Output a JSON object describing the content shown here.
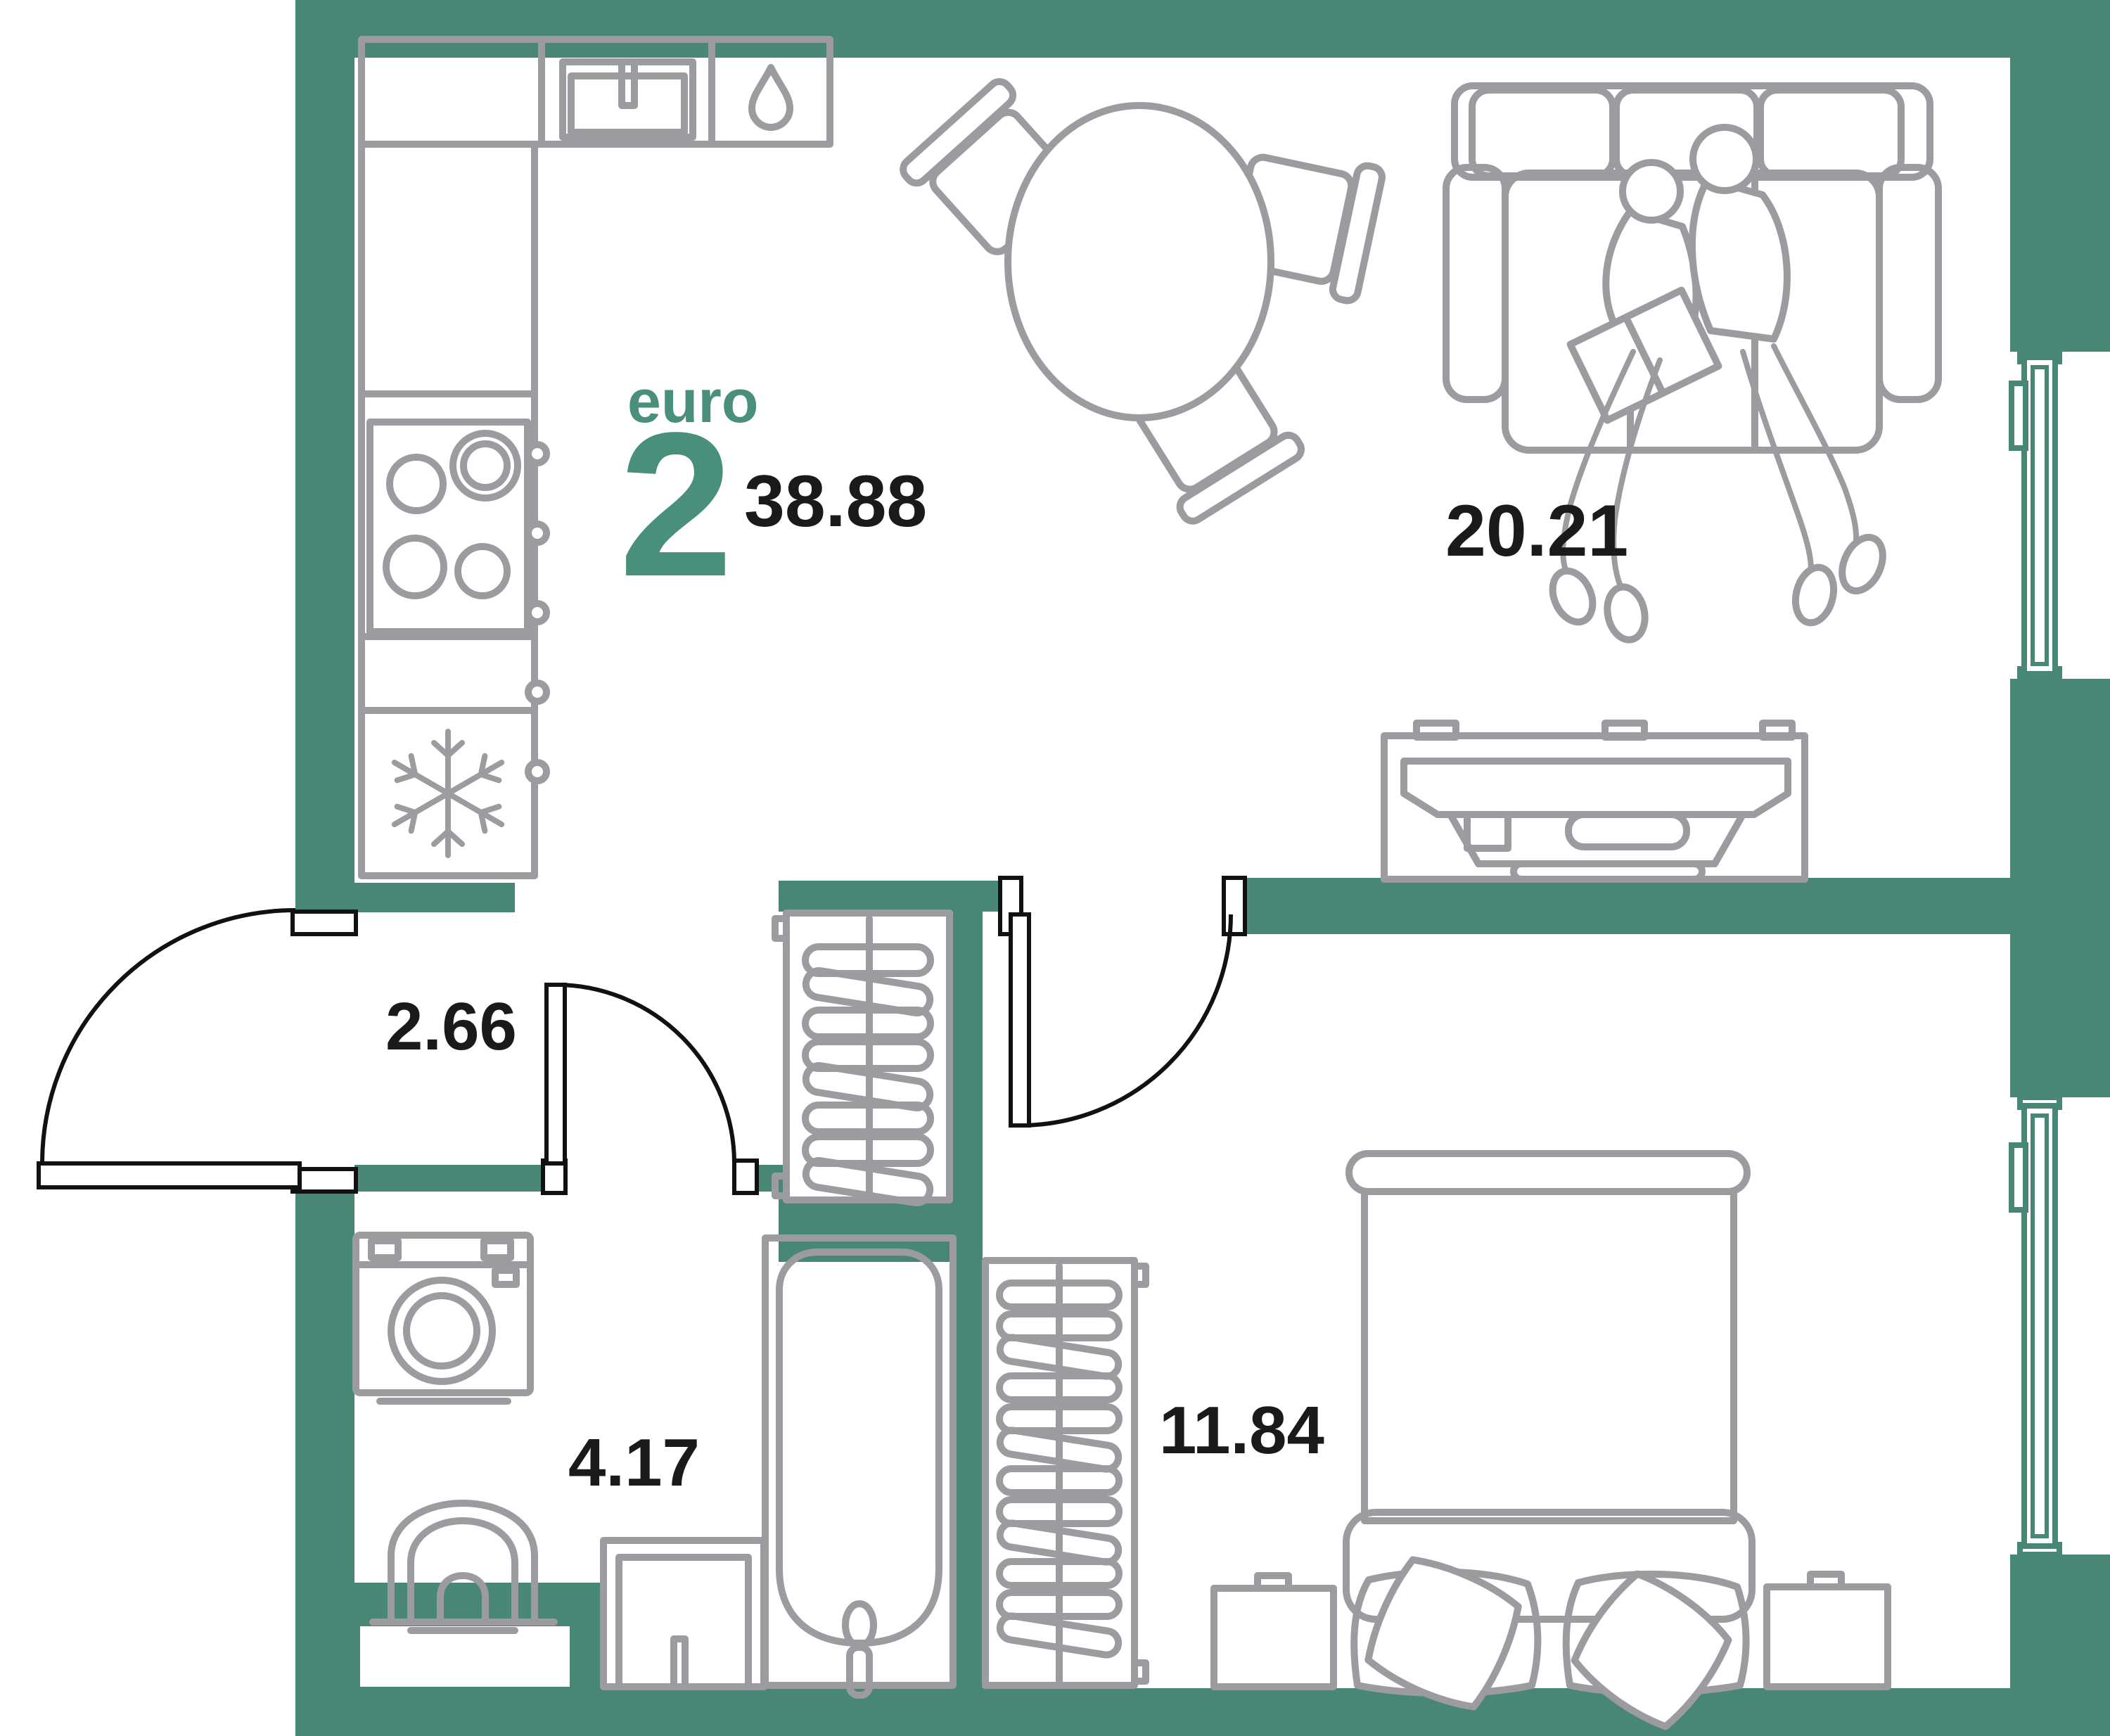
{
  "plan": {
    "unit_type_label": "euro",
    "unit_rooms_number": "2",
    "total_area": "38.88",
    "rooms": [
      {
        "name": "living-kitchen",
        "area": "20.21"
      },
      {
        "name": "hallway",
        "area": "2.66"
      },
      {
        "name": "bathroom",
        "area": "4.17"
      },
      {
        "name": "bedroom",
        "area": "11.84"
      }
    ],
    "colors": {
      "wall": "#488776",
      "furniture_line": "#9B9BA0",
      "label_text": "#1A1A1A",
      "accent_green": "#4A8E7C",
      "background": "#FFFFFF"
    },
    "icons": [
      "water-drop-icon",
      "snowflake-icon"
    ]
  }
}
